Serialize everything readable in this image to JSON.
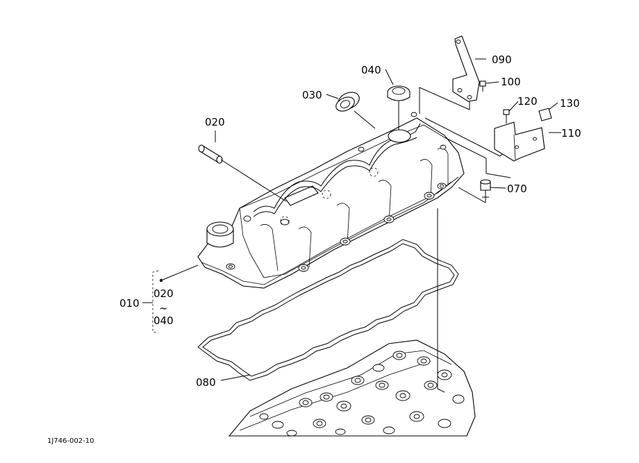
{
  "callouts": {
    "p010": "010",
    "p010_from": "020",
    "p010_tilde": "~",
    "p010_to": "040",
    "p020": "020",
    "p030": "030",
    "p040": "040",
    "p070": "070",
    "p080": "080",
    "p090": "090",
    "p100": "100",
    "p110": "110",
    "p120": "120",
    "p130": "130"
  },
  "drawing_code": "1J746-002-10"
}
